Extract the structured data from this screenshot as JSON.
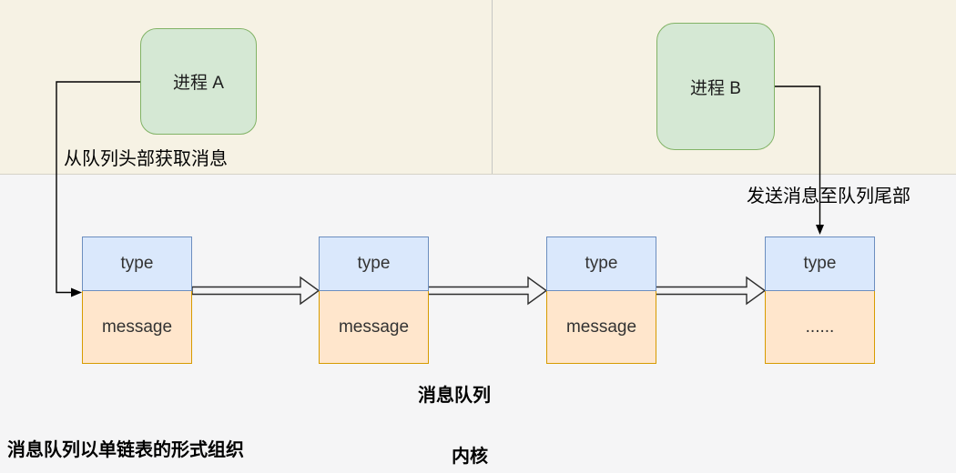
{
  "diagram_title": "消息队列",
  "processes": [
    {
      "id": "process-a",
      "label": "进程 A"
    },
    {
      "id": "process-b",
      "label": "进程 B"
    }
  ],
  "labels": {
    "receive": "从队列头部获取消息",
    "send": "发送消息至队列尾部",
    "queue_title": "消息队列",
    "linked_list_note": "消息队列以单链表的形式组织",
    "kernel": "内核"
  },
  "nodes": [
    {
      "type": "type",
      "message": "message"
    },
    {
      "type": "type",
      "message": "message"
    },
    {
      "type": "type",
      "message": "message"
    },
    {
      "type": "type",
      "message": "......"
    }
  ],
  "colors": {
    "top_panel_bg": "#f6f2e4",
    "bottom_bg": "#f5f5f6",
    "panel_divider": "#c6c6c3",
    "process_fill": "#d5e8d4",
    "process_border": "#82b366",
    "type_fill": "#dae8fc",
    "type_border": "#6c8ebf",
    "message_fill": "#ffe6cc",
    "message_border": "#d79b00",
    "connector": "#000000"
  }
}
